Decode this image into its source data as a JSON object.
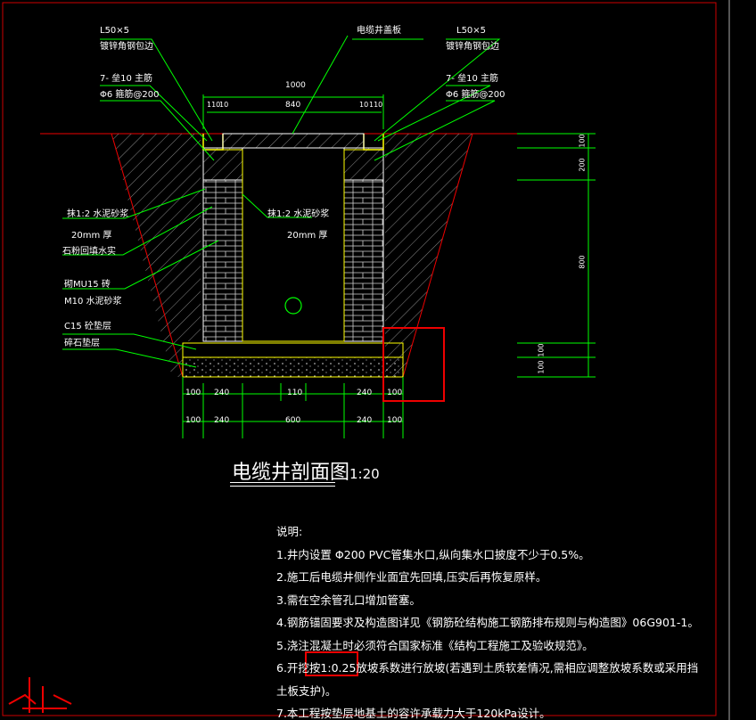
{
  "labels": {
    "left_angle": "L50×5",
    "left_angle_note": "镀锌角钢包边",
    "cover": "电缆井盖板",
    "right_angle": "L50×5",
    "right_angle_note": "镀锌角钢包边",
    "left_bar": "7- 垒10 主筋",
    "left_stirrup": "Φ6 箍筋@200",
    "right_bar": "7- 垒10 主筋",
    "right_stirrup": "Φ6 箍筋@200",
    "mortar_left": "抹1:2 水泥砂浆",
    "mortar_left_thk": "20mm 厚",
    "backfill": "石粉回填水实",
    "brick": "砌MU15 砖",
    "brick_mortar": "M10 水泥砂浆",
    "concrete": "C15 砼垫层",
    "gravel": "碎石垫层",
    "mortar_inner": "抹1:2 水泥砂浆",
    "mortar_inner_thk": "20mm 厚"
  },
  "dims_top": {
    "overall": "1000",
    "inner": "840",
    "l1": "110",
    "l2": "10",
    "r1": "10",
    "r2": "110"
  },
  "dims_bottom1": {
    "a": "100",
    "b": "240",
    "c": "110",
    "d": "240",
    "e": "100"
  },
  "dims_bottom2": {
    "a": "100",
    "b": "240",
    "c": "600",
    "d": "240",
    "e": "100"
  },
  "dims_right": {
    "a": "100",
    "b": "200",
    "c": "800",
    "d": "100",
    "e": "100"
  },
  "title": {
    "main": "电缆井剖面图",
    "scale": "1:20"
  },
  "notes": {
    "heading": "说明:",
    "items": [
      "1.井内设置    Φ200 PVC管集水口,纵向集水口披度不少于0.5%。",
      "2.施工后电缆井侧作业面宜先回填,压实后再恢复原样。",
      "3.需在空余管孔口增加管塞。",
      "4.钢筋锚固要求及构造图详见《钢筋砼结构施工钢筋排布规则与构造图》06G901-1。",
      "5.浇注混凝土时必须符合国家标准《结构工程施工及验收规范》。",
      "6.开挖按1:0.25放坡系数进行放坡(若遇到土质软差情况,需相应调整放坡系数或采用挡",
      "土板支护)。",
      "7.本工程按垫层地基土的容许承载力大于120kPa设计。"
    ]
  }
}
